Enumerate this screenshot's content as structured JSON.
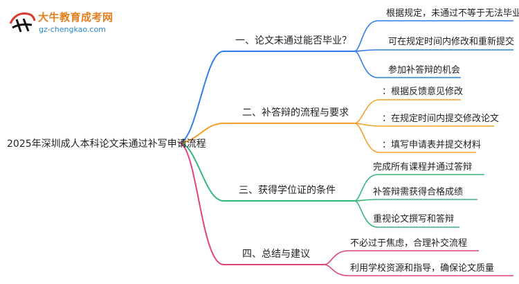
{
  "logo": {
    "title": "大牛教育成考网",
    "url": "gz-chengkao.com"
  },
  "root": {
    "label": "2025年深圳成人本科论文未通过补写申请流程"
  },
  "branches": [
    {
      "label": "一、论文未通过能否毕业？",
      "color": "#2f7ee9",
      "children": [
        "根据规定，未通过不等于无法毕业",
        "可在规定时间内修改和重新提交",
        "参加补答辩的机会"
      ]
    },
    {
      "label": "二、补答辩的流程与要求",
      "color": "#f3a12c",
      "children": [
        "：根据反馈意见修改",
        "：在规定时间内提交修改论文",
        "：填写申请表并提交材料"
      ]
    },
    {
      "label": "三、获得学位证的条件",
      "color": "#35b77a",
      "children": [
        "完成所有课程并通过答辩",
        "补答辩需获得合格成绩",
        "重视论文撰写和答辩"
      ]
    },
    {
      "label": "四、总结与建议",
      "color": "#e0417f",
      "children": [
        "不必过于焦虑，合理补交流程",
        "利用学校资源和指导，确保论文质量"
      ]
    }
  ]
}
